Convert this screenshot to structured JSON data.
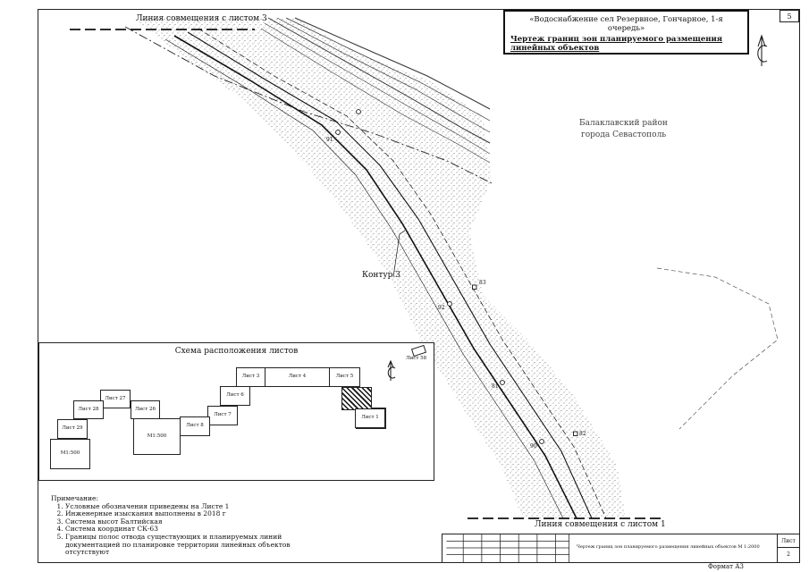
{
  "title": {
    "subtitle": "«Водоснабжение сел Резервное, Гончарное, 1-я очередь»",
    "main": "Чертеж границ зон планируемого размещения линейных объектов"
  },
  "page_number": "5",
  "match_line_top": "Линия совмещения с листом 3",
  "match_line_bottom": "Линия совмещения с листом 1",
  "region_label_line1": "Балаклавский район",
  "region_label_line2": "города Севастополь",
  "contour_label": "Контур 3",
  "points": [
    "91",
    "83",
    "92",
    "82",
    "81",
    "90"
  ],
  "schema": {
    "title": "Схема расположения листов",
    "sheets": [
      "Лист 1",
      "Лист 3",
      "Лист 4",
      "Лист 5",
      "Лист 6",
      "Лист 7",
      "Лист 8",
      "М1:500",
      "Лист 26",
      "Лист 27",
      "Лист 28",
      "Лист 29",
      "М1:500",
      "Лист 58"
    ]
  },
  "notes": {
    "heading": "Примечание:",
    "items": [
      "Условные обозначения приведены на Листе 1",
      "Инженерные изыскания выполнены в 2018 г",
      "Система высот Балтийская",
      "Система координат СК-63",
      "Границы полос отвода существующих и планируемых линий документацией по планировке территории линейных объектов отсутствуют"
    ]
  },
  "stamp": {
    "description": "Чертеж границ зон планируемого размещения линейных объектов М 1:2000",
    "sheet_label": "Лист",
    "sheet_value": "2"
  },
  "format_label": "Формат А3"
}
